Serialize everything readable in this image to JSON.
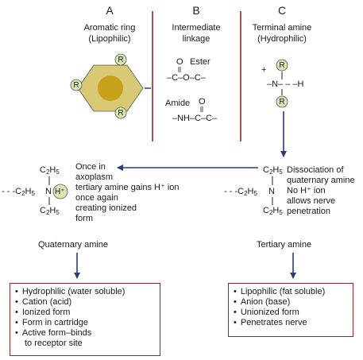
{
  "columns": {
    "a": {
      "letter": "A",
      "title_line1": "Aromatic ring",
      "title_line2": "(Lipophilic)"
    },
    "b": {
      "letter": "B",
      "title_line1": "Intermediate",
      "title_line2": "linkage",
      "ester_label": "Ester",
      "ester_o": "O",
      "ester_formula": "–C–O–C–",
      "amide_label": "Amide",
      "amide_o": "O",
      "amide_formula": "–NH–C–C–"
    },
    "c": {
      "letter": "C",
      "title_line1": "Terminal amine",
      "title_line2": "(Hydrophilic)",
      "plus": "+",
      "n_formula": "–N– – –H"
    }
  },
  "substituent_label": "R",
  "quaternary": {
    "note_lines": [
      "Once in",
      "axoplasm",
      "tertiary amine gains H⁺ ion",
      "once again",
      "creating ionized",
      "form"
    ],
    "caption": "Quaternary amine",
    "properties": [
      "Hydrophilic (water soluble)",
      "Cation (acid)",
      "Ionized form",
      "Form in cartridge",
      "Active form–binds",
      "to receptor site"
    ]
  },
  "tertiary": {
    "note_lines": [
      "Dissociation of",
      "quaternary amine",
      "No H⁺ ion",
      "allows nerve",
      "penetration"
    ],
    "caption": "Tertiary amine",
    "properties": [
      "Lipophilic (fat soluble)",
      "Anion (base)",
      "Unionized form",
      "Penetrates nerve"
    ]
  },
  "formula": {
    "ethyl_text": "C",
    "ethyl_sub": "2",
    "hydrogen": "H",
    "hydrogen_sub": "5",
    "left_bond": "- - -",
    "n": "N",
    "h_ion": "H⁺"
  },
  "colors": {
    "divider": "#8b2a2a",
    "arrow": "#2d3b7a",
    "hexagon": "#d9c874",
    "core": "#c5a21a",
    "r_circle": "#d8e8b4",
    "box_border": "#8b2a2a"
  }
}
